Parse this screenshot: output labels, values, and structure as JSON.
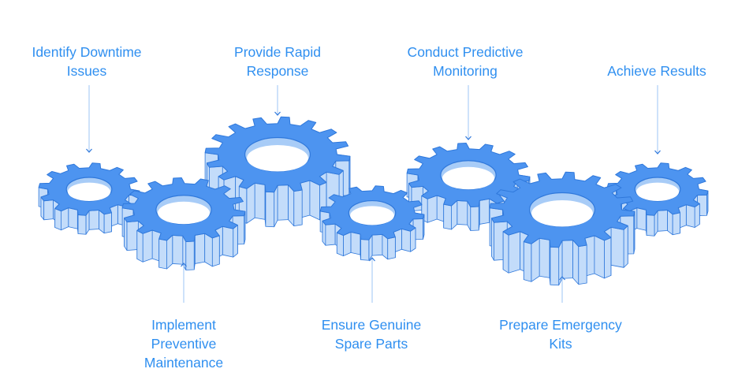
{
  "colors": {
    "gear_top": "#4d94f0",
    "gear_side": "#a8ccf7",
    "gear_edge": "#2f78db",
    "label_text": "#2f8ff0",
    "connector": "#9dc6f5"
  },
  "steps": [
    {
      "lines": [
        "Identify Downtime",
        "Issues"
      ]
    },
    {
      "lines": [
        "Provide Rapid",
        "Response"
      ]
    },
    {
      "lines": [
        "Conduct Predictive",
        "Monitoring"
      ]
    },
    {
      "lines": [
        "Achieve Results"
      ]
    },
    {
      "lines": [
        "Implement",
        "Preventive",
        "Maintenance"
      ]
    },
    {
      "lines": [
        "Ensure Genuine",
        "Spare Parts"
      ]
    },
    {
      "lines": [
        "Prepare Emergency",
        "Kits"
      ]
    }
  ]
}
